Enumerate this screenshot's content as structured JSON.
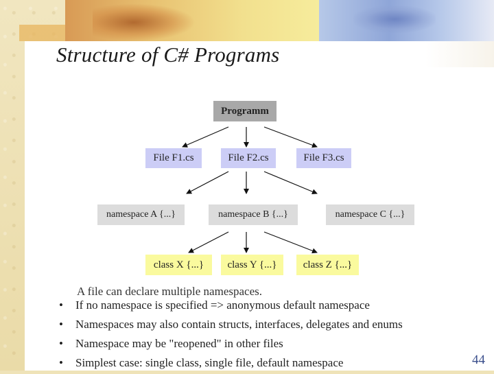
{
  "slide": {
    "title": "Structure of C# Programs",
    "page_number": "44",
    "caption": "A file can declare multiple namespaces.",
    "bullet_symbol": "•"
  },
  "diagram": {
    "root": "Programm",
    "files": [
      "File F1.cs",
      "File F2.cs",
      "File F3.cs"
    ],
    "namespaces": [
      "namespace A {...}",
      "namespace B {...}",
      "namespace C {...}"
    ],
    "classes": [
      "class X {...}",
      "class Y {...}",
      "class Z {...}"
    ]
  },
  "bullets": [
    "If no namespace is specified => anonymous default namespace",
    "Namespaces may also contain structs, interfaces, delegates and enums",
    "Namespace may be \"reopened\" in other files",
    "Simplest case: single class, single file, default namespace"
  ],
  "colors": {
    "root_box": "#a8a8a8",
    "file_box": "#cccdf6",
    "namespace_box": "#dcdcdc",
    "class_box": "#fafa9e"
  }
}
